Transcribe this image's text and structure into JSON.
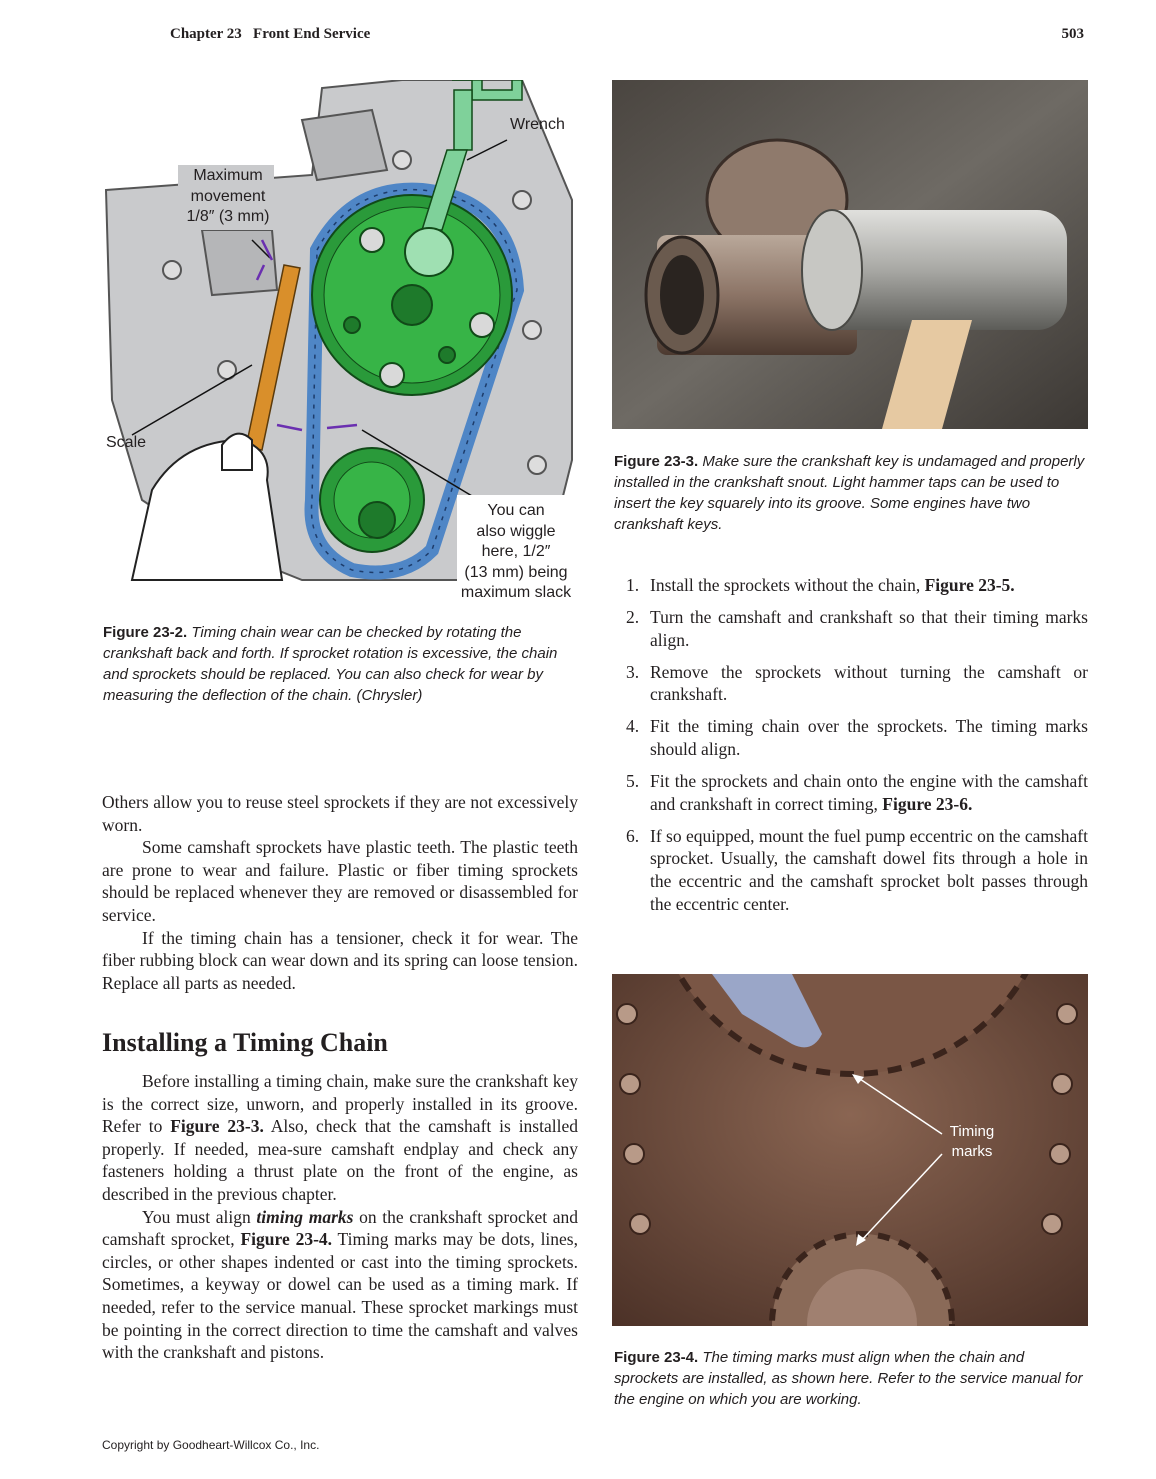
{
  "header": {
    "chapter": "Chapter 23   Front End Service",
    "page_number": "503"
  },
  "figure_23_2": {
    "labels": {
      "wrench": "Wrench",
      "max_movement_line1": "Maximum",
      "max_movement_line2": "movement",
      "max_movement_line3": "1/8″ (3 mm)",
      "scale": "Scale",
      "wiggle_line1": "You can",
      "wiggle_line2": "also wiggle",
      "wiggle_line3": "here, 1/2″",
      "wiggle_line4": "(13 mm) being",
      "wiggle_line5": "maximum slack"
    },
    "caption_label": "Figure 23-2.",
    "caption_text": "Timing chain wear can be checked by rotating the crankshaft back and forth. If sprocket rotation is excessive, the chain and sprockets should be replaced. You can also check for wear by measuring the deflection of the chain. (Chrysler)"
  },
  "figure_23_3": {
    "caption_label": "Figure 23-3.",
    "caption_text": "Make sure the crankshaft key is undamaged and properly installed in the crankshaft snout. Light hammer taps can be used to insert the key squarely into its groove. Some engines have two crankshaft keys."
  },
  "figure_23_4": {
    "timing_label_line1": "Timing",
    "timing_label_line2": "marks",
    "caption_label": "Figure 23-4.",
    "caption_text": "The timing marks must align when the chain and sprockets are installed, as shown here. Refer to the service manual for the engine on which you are working."
  },
  "left_column": {
    "p1": "Others allow you to reuse steel sprockets if they are not excessively worn.",
    "p2": "Some camshaft sprockets have plastic teeth. The plastic teeth are prone to wear and failure. Plastic or fiber timing sprockets should be replaced whenever they are removed or disassembled for service.",
    "p3": "If the timing chain has a tensioner, check it for wear. The fiber rubbing block can wear down and its spring can loose tension. Replace all parts as needed.",
    "heading": "Installing a Timing Chain",
    "p4_before": "Before installing a timing chain, make sure the crankshaft key is the correct size, unworn, and properly installed in its groove. Refer to ",
    "p4_ref": "Figure 23-3.",
    "p4_after": " Also, check that the camshaft is installed properly. If needed, mea-sure camshaft endplay and check any fasteners holding a thrust plate on the front of the engine, as described in the previous chapter.",
    "p5_before": "You must align ",
    "p5_term": "timing marks",
    "p5_mid": " on the crankshaft sprocket and camshaft sprocket, ",
    "p5_ref": "Figure 23-4.",
    "p5_after": " Timing marks may be dots, lines, circles, or other shapes indented or cast into the timing sprockets. Sometimes, a keyway or dowel can be used as a timing mark. If needed, refer to the service manual. These sprocket markings must be pointing in the correct direction to time the camshaft and valves with the crankshaft and pistons."
  },
  "steps": [
    {
      "num": "1.",
      "text": "Install the sprockets without the chain, ",
      "ref": "Figure 23-5."
    },
    {
      "num": "2.",
      "text": "Turn the camshaft and crankshaft so that their timing marks align.",
      "ref": ""
    },
    {
      "num": "3.",
      "text": "Remove the sprockets without turning the camshaft or crankshaft.",
      "ref": ""
    },
    {
      "num": "4.",
      "text": "Fit the timing chain over the sprockets. The timing marks should align.",
      "ref": ""
    },
    {
      "num": "5.",
      "text": "Fit the sprockets and chain onto the engine with the camshaft and crankshaft in correct timing, ",
      "ref": "Figure 23-6."
    },
    {
      "num": "6.",
      "text": "If so equipped, mount the fuel pump eccentric on the camshaft sprocket. Usually, the camshaft dowel fits through a hole in the eccentric and the camshaft sprocket bolt passes through the eccentric center.",
      "ref": ""
    }
  ],
  "footer": "Copyright by Goodheart-Willcox Co., Inc."
}
